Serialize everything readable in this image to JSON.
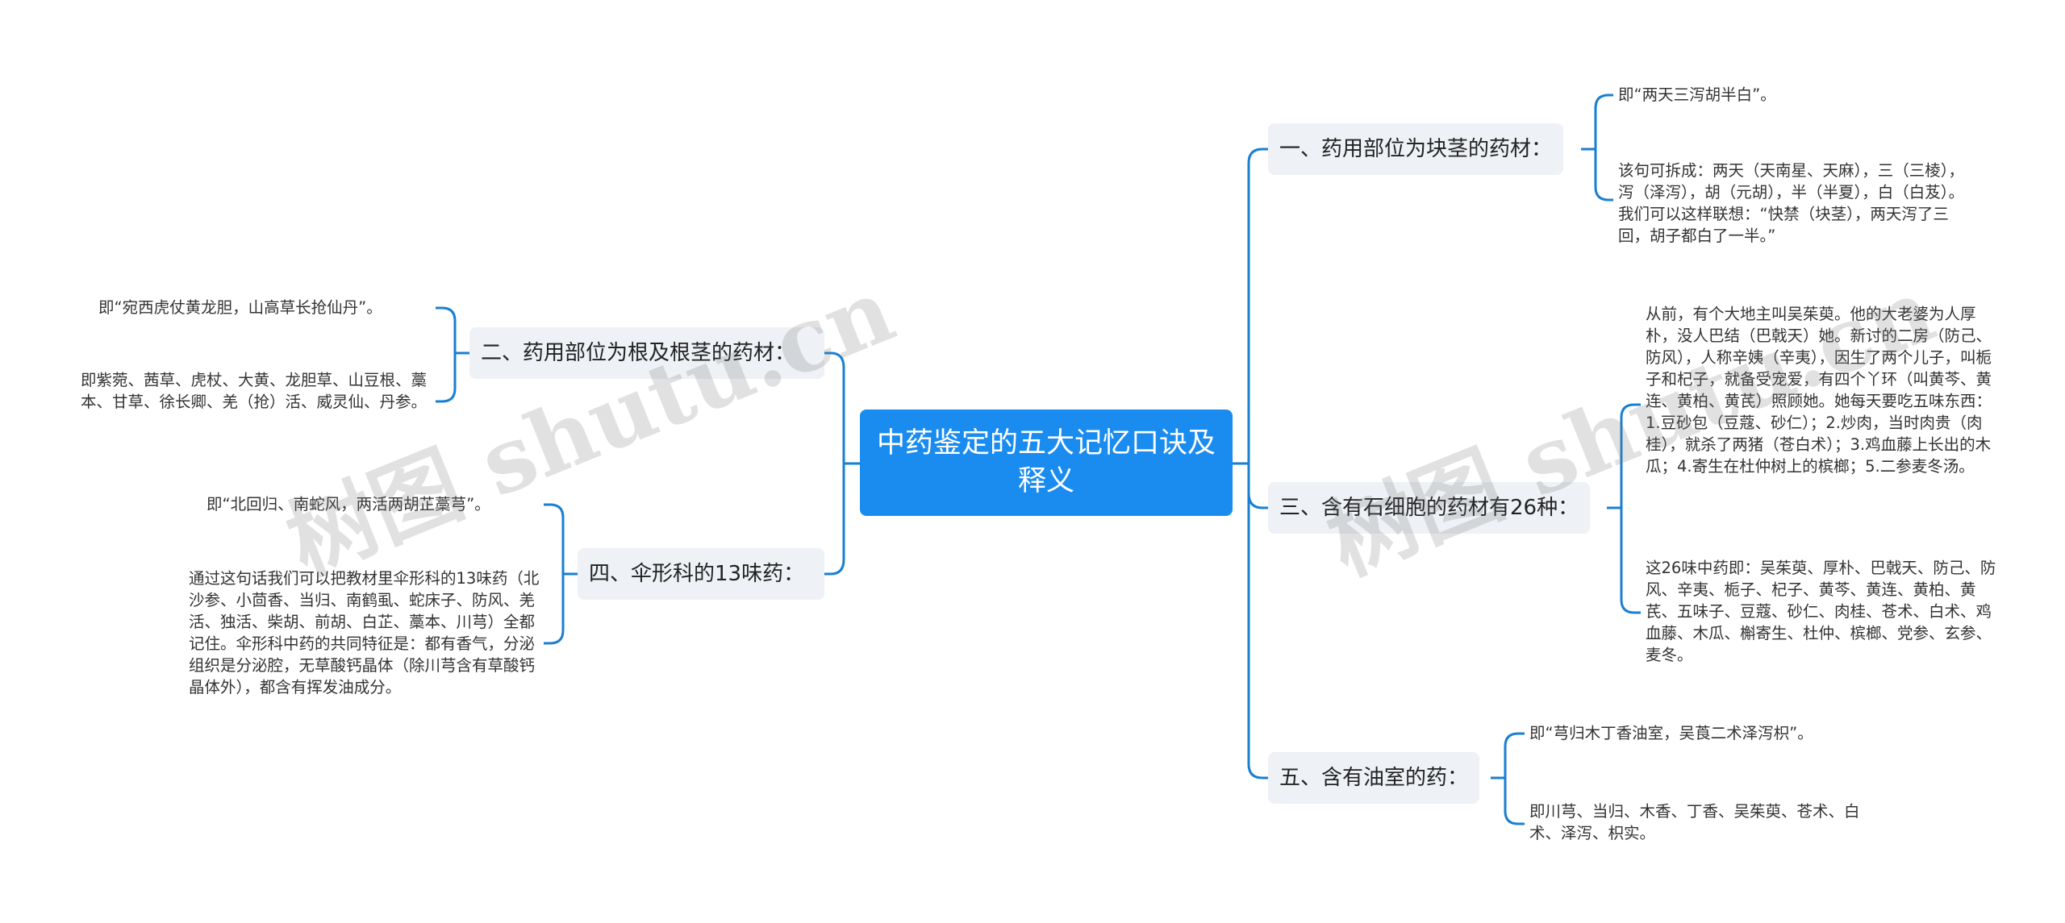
{
  "root": {
    "title": "中药鉴定的五大记忆口诀及释义"
  },
  "branches": {
    "b1": {
      "label": "一、药用部位为块茎的药材：",
      "leaf1": "即“两天三泻胡半白”。",
      "leaf2": "该句可拆成：两天（天南星、天麻），三（三棱），泻（泽泻），胡（元胡），半（半夏），白（白芨）。我们可以这样联想：“快禁（块茎），两天泻了三回，胡子都白了一半。”"
    },
    "b2": {
      "label": "二、药用部位为根及根茎的药材：",
      "leaf1": "即“宛西虎仗黄龙胆，山高草长抢仙丹”。",
      "leaf2": "即紫菀、茜草、虎杖、大黄、龙胆草、山豆根、藁本、甘草、徐长卿、羌（抢）活、威灵仙、丹参。"
    },
    "b3": {
      "label": "三、含有石细胞的药材有26种：",
      "leaf1": "从前，有个大地主叫吴茱萸。他的大老婆为人厚朴，没人巴结（巴戟天）她。新讨的二房（防己、防风），人称辛姨（辛夷），因生了两个儿子，叫栀子和杞子，就备受宠爱，有四个丫环（叫黄芩、黄连、黄柏、黄芪）照顾她。她每天要吃五味东西：1.豆砂包（豆蔻、砂仁）；2.炒肉，当时肉贵（肉桂），就杀了两猪（苍白术）；3.鸡血藤上长出的木瓜；4.寄生在杜仲树上的槟榔；5.二参麦冬汤。",
      "leaf2": "这26味中药即：吴茱萸、厚朴、巴戟天、防己、防风、辛夷、栀子、杞子、黄芩、黄连、黄柏、黄芪、五味子、豆蔻、砂仁、肉桂、苍术、白术、鸡血藤、木瓜、槲寄生、杜仲、槟榔、党参、玄参、麦冬。"
    },
    "b4": {
      "label": "四、伞形科的13味药：",
      "leaf1": "即“北回归、南蛇风，两活两胡芷藁芎”。",
      "leaf2": "通过这句话我们可以把教材里伞形科的13味药（北沙参、小茴香、当归、南鹤虱、蛇床子、防风、羌活、独活、柴胡、前胡、白芷、藁本、川芎）全都记住。伞形科中药的共同特征是：都有香气，分泌组织是分泌腔，无草酸钙晶体（除川芎含有草酸钙晶体外），都含有挥发油成分。"
    },
    "b5": {
      "label": "五、含有油室的药：",
      "leaf1": "即“芎归木丁香油室，吴莨二术泽泻枳”。",
      "leaf2": "即川芎、当归、木香、丁香、吴茱萸、苍术、白术、泽泻、枳实。"
    }
  },
  "watermark": {
    "text": "树图 shutu.cn"
  },
  "colors": {
    "root": "#1a8cf0",
    "branch_bg": "#eef1f5",
    "line": "#1a7fd0"
  }
}
